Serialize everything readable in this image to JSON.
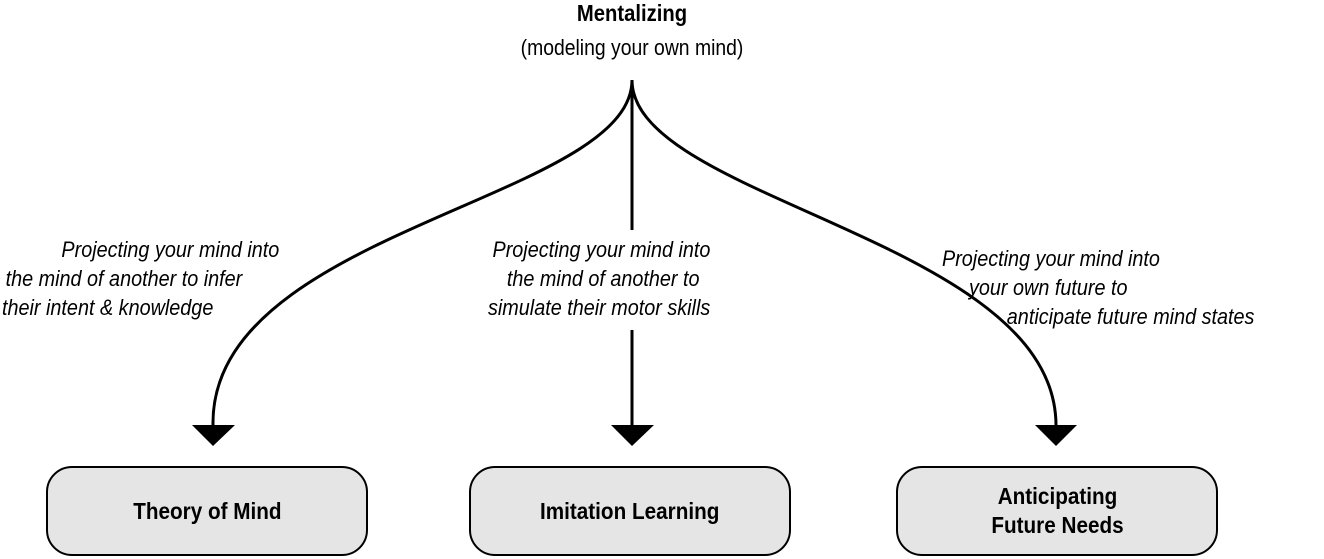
{
  "root": {
    "title": "Mentalizing",
    "subtitle": "(modeling your own mind)"
  },
  "branches": [
    {
      "description_lines": [
        "Projecting your mind into",
        "the mind of another to infer",
        "their intent & knowledge"
      ],
      "target": "Theory of Mind"
    },
    {
      "description_lines": [
        "Projecting your mind into",
        "the mind of another to",
        "simulate their motor skills"
      ],
      "target": "Imitation Learning"
    },
    {
      "description_lines": [
        "Projecting your mind into",
        "your own future to",
        "anticipate future mind states"
      ],
      "target": "Anticipating\nFuture Needs"
    }
  ]
}
